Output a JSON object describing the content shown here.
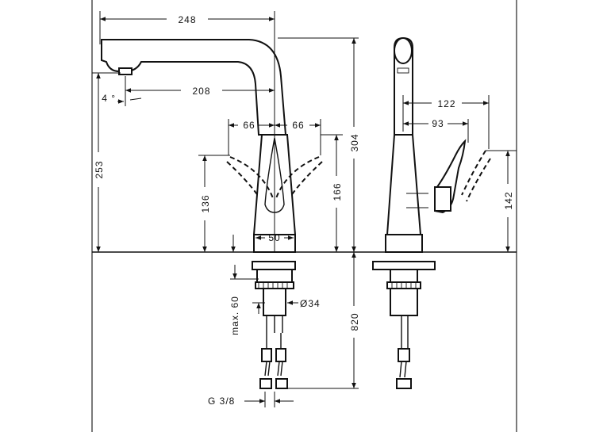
{
  "dimensions": {
    "d248": "248",
    "d208": "208",
    "d4": "4 °",
    "d66_left": "66",
    "d66_right": "66",
    "d253": "253",
    "d136": "136",
    "d166": "166",
    "d304": "304",
    "d50": "50",
    "dmax60": "max. 60",
    "d34": "Ø34",
    "d820": "820",
    "dg38": "G 3/8",
    "d122": "122",
    "d93": "93",
    "d142": "142"
  }
}
